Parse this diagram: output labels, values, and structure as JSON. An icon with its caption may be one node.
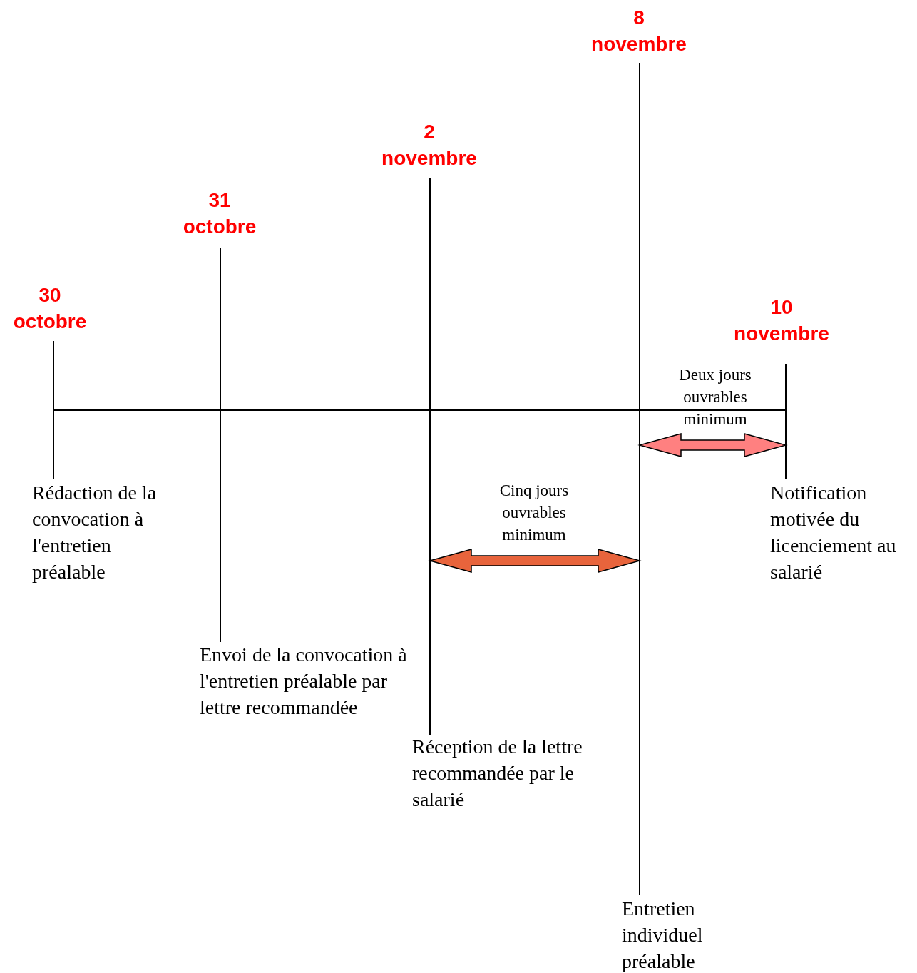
{
  "diagram": {
    "labels": [
      "8 novembre",
      "2 novembre",
      "31 octobre",
      "30 octobre",
      "10 novembre",
      "Deux jours ouvrables minimum",
      "Rédaction de la convocation à l'entretien préalable",
      "Notification motivée du licenciement au salarié",
      "Cinq jours ouvrables minimum",
      "Envoi de la convocation à l'entretien préalable par lettre recommandée",
      "Réception de la lettre recommandée par le salarié",
      "Entretien individuel préalable"
    ]
  }
}
